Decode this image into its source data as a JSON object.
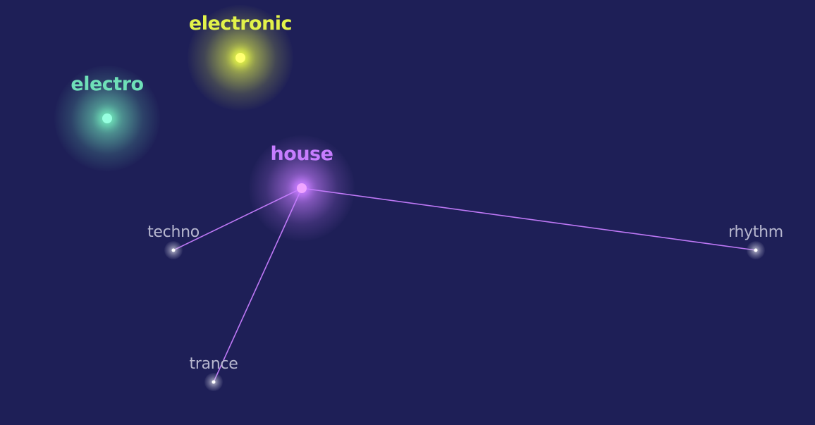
{
  "graph": {
    "colors": {
      "background": "#1e1f57",
      "link": "#c77dff",
      "secondary_label": "#b7b7cf",
      "secondary_core": "#ffffff"
    },
    "nodes": [
      {
        "id": "electronic",
        "label": "electronic",
        "kind": "primary",
        "color": "#e2f24a"
      },
      {
        "id": "electro",
        "label": "electro",
        "kind": "primary",
        "color": "#6fe0b8"
      },
      {
        "id": "house",
        "label": "house",
        "kind": "primary",
        "color": "#c77dff"
      },
      {
        "id": "techno",
        "label": "techno",
        "kind": "secondary",
        "color": "#b7b7cf"
      },
      {
        "id": "trance",
        "label": "trance",
        "kind": "secondary",
        "color": "#b7b7cf"
      },
      {
        "id": "rhythm",
        "label": "rhythm",
        "kind": "secondary",
        "color": "#b7b7cf"
      }
    ],
    "links": [
      {
        "source": "house",
        "target": "techno"
      },
      {
        "source": "house",
        "target": "trance"
      },
      {
        "source": "house",
        "target": "rhythm"
      }
    ]
  }
}
